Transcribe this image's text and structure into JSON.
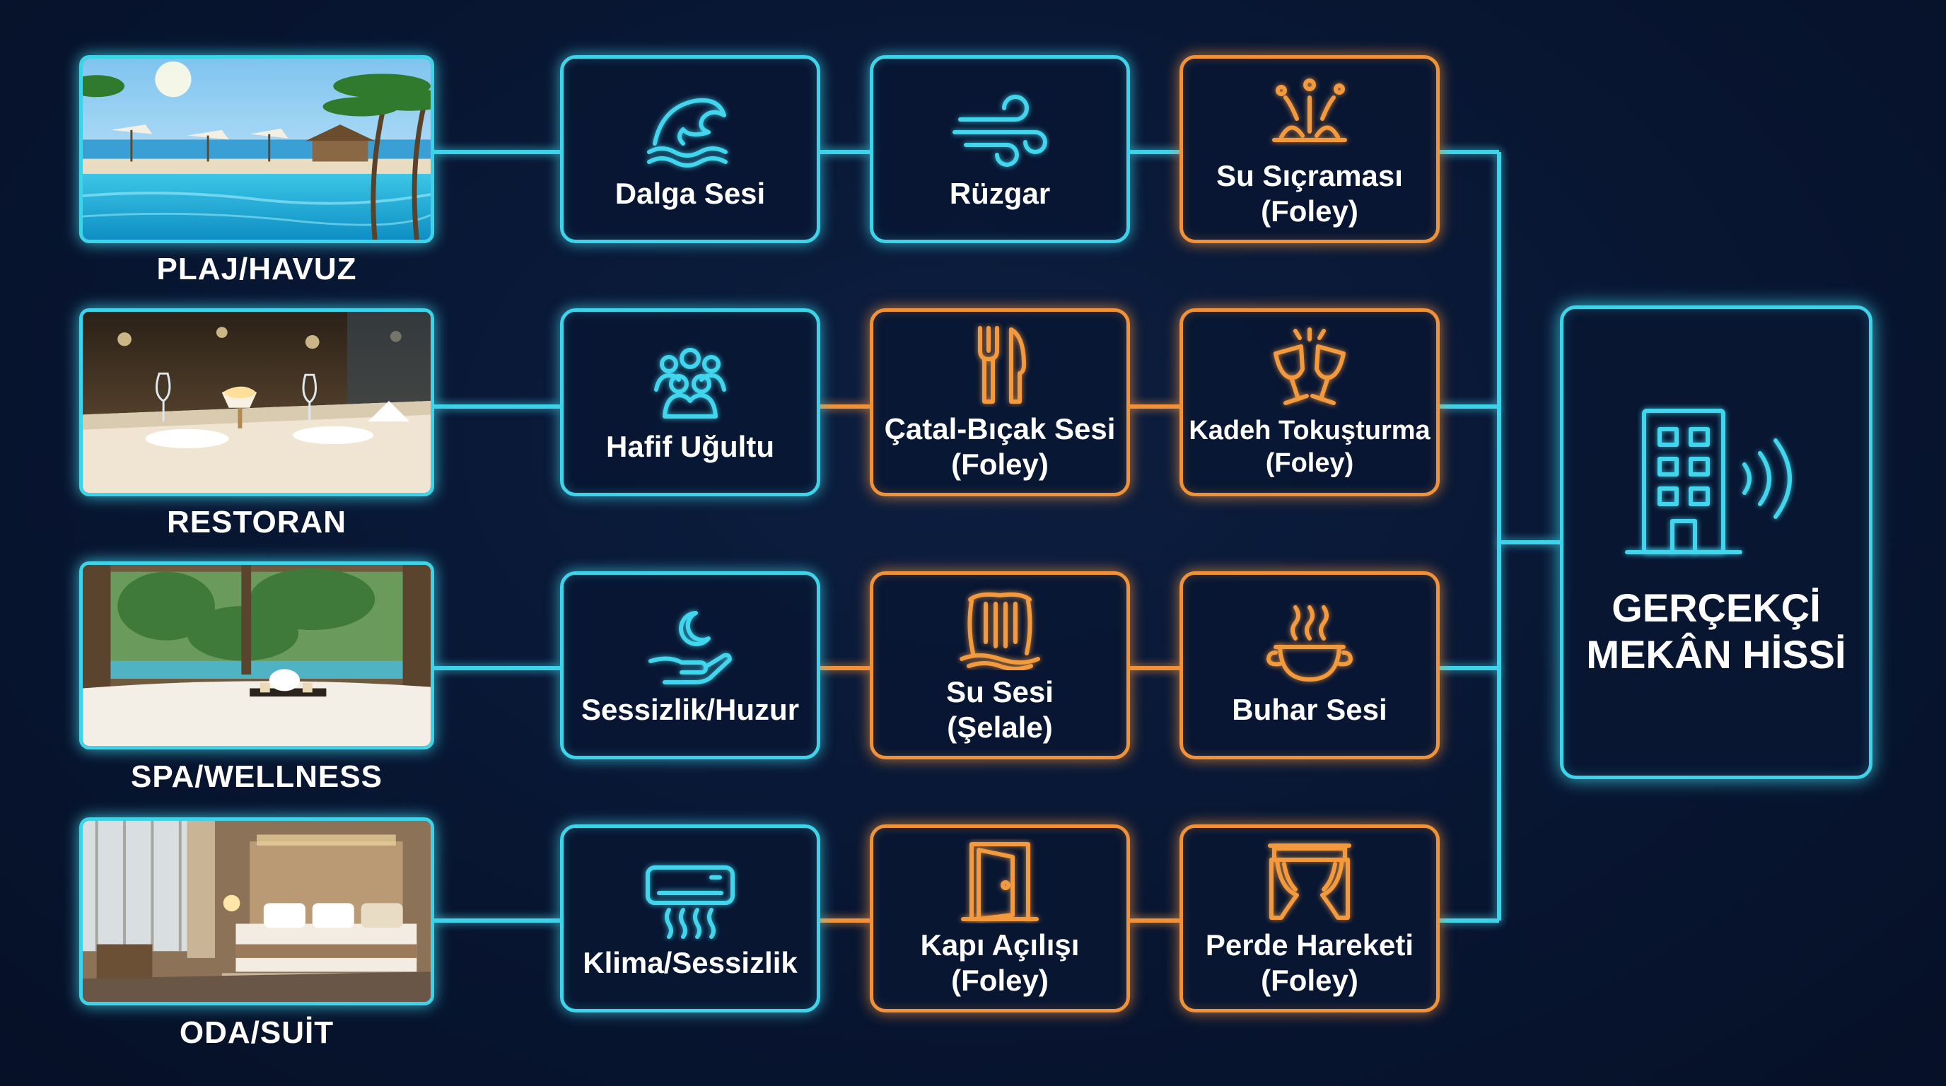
{
  "colors": {
    "background": "#081632",
    "cyan": "#3fd3ea",
    "orange": "#f0923a",
    "text": "#ffffff"
  },
  "rows": [
    {
      "scene": "PLAJ/HAVUZ",
      "scene_image": "beach-pool-photo",
      "sounds": [
        {
          "label": "Dalga Sesi",
          "icon": "wave-icon",
          "accent": "cyan"
        },
        {
          "label": "Rüzgar",
          "icon": "wind-icon",
          "accent": "cyan"
        },
        {
          "label": "Su Sıçraması\n(Foley)",
          "icon": "splash-icon",
          "accent": "orange"
        }
      ]
    },
    {
      "scene": "RESTORAN",
      "scene_image": "restaurant-photo",
      "sounds": [
        {
          "label": "Hafif Uğultu",
          "icon": "crowd-icon",
          "accent": "cyan"
        },
        {
          "label": "Çatal-Bıçak Sesi\n(Foley)",
          "icon": "fork-knife-icon",
          "accent": "orange"
        },
        {
          "label": "Kadeh Tokuşturma\n(Foley)",
          "icon": "glasses-clink-icon",
          "accent": "orange"
        }
      ]
    },
    {
      "scene": "SPA/WELLNESS",
      "scene_image": "spa-photo",
      "sounds": [
        {
          "label": "Sessizlik/Huzur",
          "icon": "moon-hand-icon",
          "accent": "cyan"
        },
        {
          "label": "Su Sesi\n(Şelale)",
          "icon": "waterfall-icon",
          "accent": "orange"
        },
        {
          "label": "Buhar Sesi",
          "icon": "steam-bowl-icon",
          "accent": "orange"
        }
      ]
    },
    {
      "scene": "ODA/SUİT",
      "scene_image": "hotel-suite-photo",
      "sounds": [
        {
          "label": "Klima/Sessizlik",
          "icon": "air-conditioner-icon",
          "accent": "cyan"
        },
        {
          "label": "Kapı Açılışı\n(Foley)",
          "icon": "door-icon",
          "accent": "orange"
        },
        {
          "label": "Perde Hareketi\n(Foley)",
          "icon": "curtain-icon",
          "accent": "orange"
        }
      ]
    }
  ],
  "result": {
    "label": "GERÇEKÇİ\nMEKÂN HİSSİ",
    "icon": "building-sound-icon"
  }
}
